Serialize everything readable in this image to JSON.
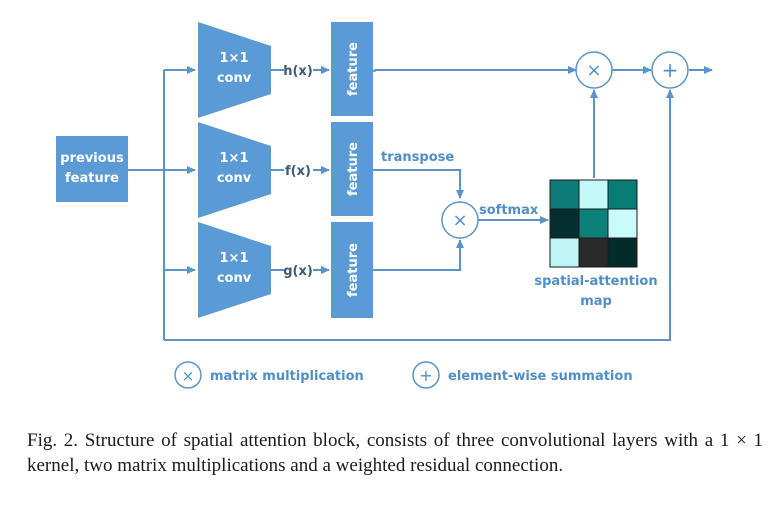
{
  "input_block": {
    "line1": "previous",
    "line2": "feature"
  },
  "conv_blocks": [
    {
      "line1": "1×1",
      "line2": "conv",
      "output": "h(x)"
    },
    {
      "line1": "1×1",
      "line2": "conv",
      "output": "f(x)"
    },
    {
      "line1": "1×1",
      "line2": "conv",
      "output": "g(x)"
    }
  ],
  "feature_blocks": [
    "feature",
    "feature",
    "feature"
  ],
  "labels": {
    "transpose": "transpose",
    "softmax": "softmax",
    "map_line1": "spatial-attention",
    "map_line2": "map"
  },
  "operators": {
    "multiply": "×",
    "add": "+"
  },
  "attention_map": {
    "cells": [
      "#0d7c78",
      "#c4f9fa",
      "#0a7b75",
      "#03302e",
      "#0c8179",
      "#c9fbfb",
      "#bff5f7",
      "#2a2a2a",
      "#032b2a"
    ]
  },
  "legend": [
    {
      "symbol": "×",
      "text": "matrix multiplication"
    },
    {
      "symbol": "+",
      "text": "element-wise summation"
    }
  ],
  "caption": "Fig. 2.  Structure of spatial attention block, consists of three convolutional layers with a 1 × 1 kernel, two matrix multiplications and a weighted residual connection.",
  "colors": {
    "box": "#5b9bd5",
    "line": "#5b93c9",
    "label": "#4f8fc5"
  }
}
